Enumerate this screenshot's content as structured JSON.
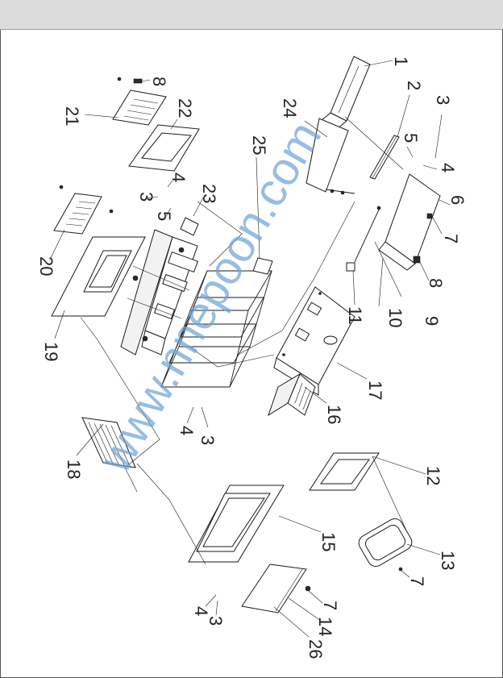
{
  "watermark": "www.nnepoon.com",
  "callouts": [
    {
      "id": "c1",
      "text": "1"
    },
    {
      "id": "c2",
      "text": "2"
    },
    {
      "id": "c3a",
      "text": "3"
    },
    {
      "id": "c4a",
      "text": "4"
    },
    {
      "id": "c5a",
      "text": "5"
    },
    {
      "id": "c6",
      "text": "6"
    },
    {
      "id": "c7a",
      "text": "7"
    },
    {
      "id": "c8a",
      "text": "8"
    },
    {
      "id": "c9",
      "text": "9"
    },
    {
      "id": "c10",
      "text": "10"
    },
    {
      "id": "c11",
      "text": "11"
    },
    {
      "id": "c12",
      "text": "12"
    },
    {
      "id": "c13",
      "text": "13"
    },
    {
      "id": "c7b",
      "text": "7"
    },
    {
      "id": "c14",
      "text": "14"
    },
    {
      "id": "c7c",
      "text": "7"
    },
    {
      "id": "c15",
      "text": "15"
    },
    {
      "id": "c26",
      "text": "26"
    },
    {
      "id": "c3b",
      "text": "3"
    },
    {
      "id": "c4b",
      "text": "4"
    },
    {
      "id": "c18",
      "text": "18"
    },
    {
      "id": "c3c",
      "text": "3"
    },
    {
      "id": "c4c",
      "text": "4"
    },
    {
      "id": "c16",
      "text": "16"
    },
    {
      "id": "c17",
      "text": "17"
    },
    {
      "id": "c19",
      "text": "19"
    },
    {
      "id": "c20",
      "text": "20"
    },
    {
      "id": "c21",
      "text": "21"
    },
    {
      "id": "c8b",
      "text": "8"
    },
    {
      "id": "c22",
      "text": "22"
    },
    {
      "id": "c4d",
      "text": "4"
    },
    {
      "id": "c3d",
      "text": "3"
    },
    {
      "id": "c5b",
      "text": "5"
    },
    {
      "id": "c23",
      "text": "23"
    },
    {
      "id": "c25",
      "text": "25"
    },
    {
      "id": "c24",
      "text": "24"
    }
  ]
}
